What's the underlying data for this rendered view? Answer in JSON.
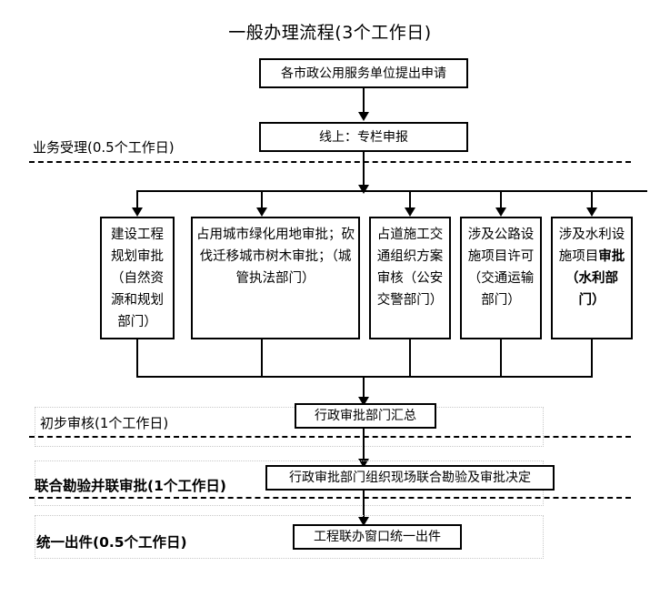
{
  "chart_title": "一般办理流程(3个工作日)",
  "nodes": {
    "apply": "各市政公用服务单位提出申请",
    "online": "线上：专栏申报",
    "branch1": "建设工程规划审批（自然资源和规划部门）",
    "branch2": "占用城市绿化用地审批；砍伐迁移城市树木审批；（城管执法部门）",
    "branch3": "占道施工交通组织方案审核（公安交警部门）",
    "branch4": "涉及公路设施项目许可（交通运输部门）",
    "branch5a": "涉及水利设施项目",
    "branch5b": "审批（水利部门）",
    "summary": "行政审批部门汇总",
    "joint_review": "行政审批部门组织现场联合勘验及审批决定",
    "issue": "工程联办窗口统一出件"
  },
  "stages": {
    "accept": "业务受理(0.5个工作日)",
    "preliminary": "初步审核(1个工作日)",
    "joint": "联合勘验并联审批(1个工作日)",
    "unified": "统一出件(0.5个工作日)"
  },
  "colors": {
    "line": "#000000",
    "box_border": "#000000",
    "band_border": "#c8c8c8",
    "background": "#ffffff"
  }
}
